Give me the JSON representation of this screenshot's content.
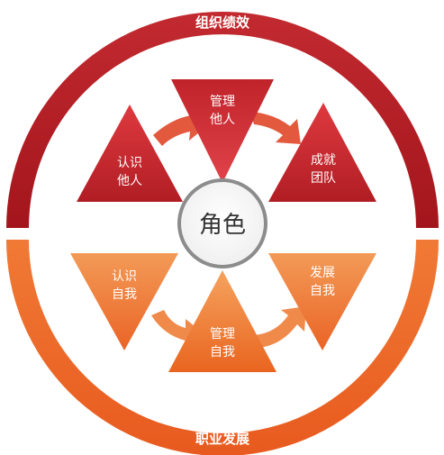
{
  "center_label": "角色",
  "top_ring_label": "组织绩效",
  "bottom_ring_label": "职业发展",
  "triangles": {
    "manage_others": [
      "管理",
      "他人"
    ],
    "know_others": [
      "认识",
      "他人"
    ],
    "achieve_team": [
      "成就",
      "团队"
    ],
    "know_self": [
      "认识",
      "自我"
    ],
    "develop_self": [
      "发展",
      "自我"
    ],
    "manage_self": [
      "管理",
      "自我"
    ]
  },
  "colors": {
    "top_dark": "#a3151c",
    "top_light": "#d9333a",
    "bottom_dark": "#e85a1f",
    "bottom_light": "#f6a05e",
    "center_border": "#8c8c8c"
  }
}
